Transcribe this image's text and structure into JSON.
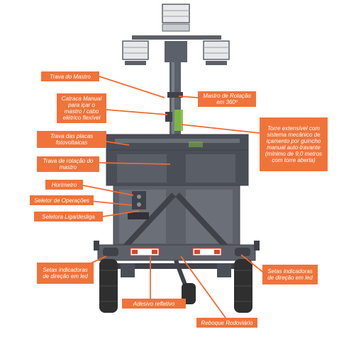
{
  "colors": {
    "callout_bg": "#f0733a",
    "callout_text": "#ffffff",
    "leader_line": "#f26a2e",
    "frame": "#5c6068",
    "frame_dark": "#3f4249",
    "panel": "#4a4f57",
    "lamp": "#e6e8ea",
    "tire": "#2f2f2f",
    "mast_highlight": "#7fbf3f",
    "tail_light": "#d8452c"
  },
  "labels": {
    "trava_mastro": "Trava do Mastro",
    "catraca": "Catraca Manual para içar o mastro / cabo elétrico flexível",
    "mastro_rotacao": "Mastro de Rotação em 360º",
    "trava_placas": "Trava das placas fotovoltaicas",
    "torre": "Torre extensível com sistema mecânico de içamento por guincho manual auto-travante (mínimo de 9,0 metros com torre aberta)",
    "trava_rotacao": "Trava de rotação do mastro",
    "horimetro": "Horímetro",
    "seletor": "Seletor de Operações",
    "seletora": "Seletora Liga/desliga",
    "setas_esq": "Setas indicadoras de direção em led",
    "setas_dir": "Setas indicadoras de direção em led",
    "adesivo": "Adesivo refletivo",
    "reboque": "Reboque Rodoviário"
  }
}
